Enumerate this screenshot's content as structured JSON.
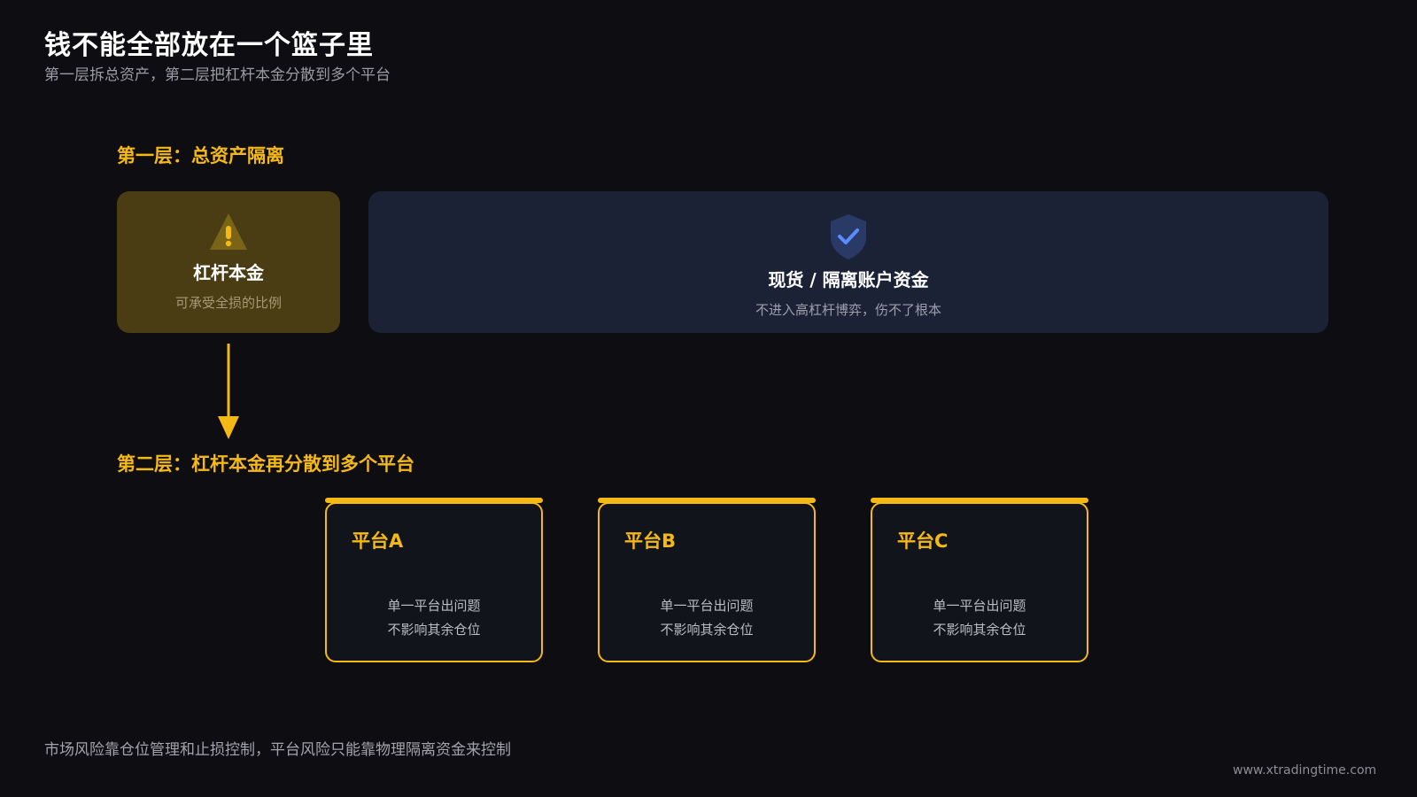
{
  "header": {
    "title": "钱不能全部放在一个篮子里",
    "subtitle": "第一层拆总资产，第二层把杠杆本金分散到多个平台"
  },
  "layer1": {
    "label": "第一层：总资产隔离",
    "leverage": {
      "icon": "warning-icon",
      "name": "杠杆本金",
      "desc": "可承受全损的比例"
    },
    "spot": {
      "icon": "shield-check-icon",
      "name": "现货 / 隔离账户资金",
      "desc": "不进入高杠杆博弈，伤不了根本"
    }
  },
  "layer2": {
    "label": "第二层：杠杆本金再分散到多个平台",
    "platforms": [
      {
        "name": "平台A",
        "line1": "单一平台出问题",
        "line2": "不影响其余仓位"
      },
      {
        "name": "平台B",
        "line1": "单一平台出问题",
        "line2": "不影响其余仓位"
      },
      {
        "name": "平台C",
        "line1": "单一平台出问题",
        "line2": "不影响其余仓位"
      }
    ]
  },
  "footer": {
    "note": "市场风险靠仓位管理和止损控制，平台风险只能靠物理隔离资金来控制",
    "site": "www.xtradingtime.com"
  },
  "colors": {
    "background": "#0d0d12",
    "accent": "#f5b916",
    "leverage_box": "#4a3d14",
    "spot_box": "#1b2236",
    "shield": "#2a3a66",
    "check": "#5b8cff"
  }
}
